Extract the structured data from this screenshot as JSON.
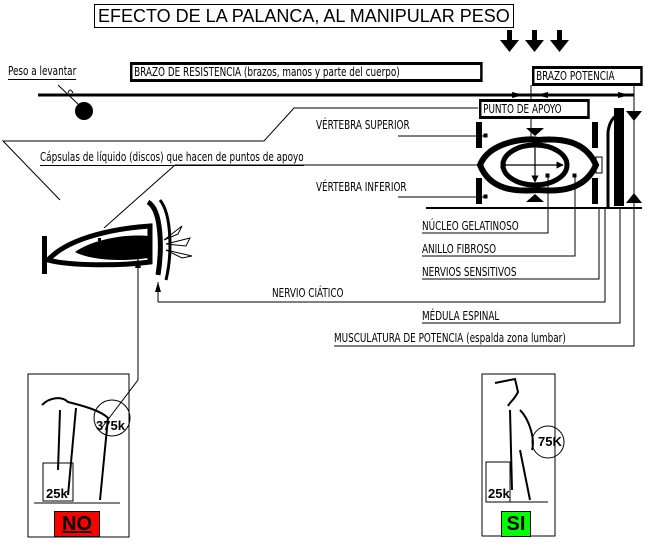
{
  "title": "EFECTO DE LA PALANCA, AL MANIPULAR PESO",
  "lever": {
    "weight_label": "Peso a levantar",
    "resistance_arm": "BRAZO DE RESISTENCIA (brazos, manos y parte del cuerpo)",
    "power_arm": "BRAZO POTENCIA",
    "fulcrum": "PUNTO DE APOYO"
  },
  "spine_labels": {
    "upper_vertebra": "VÉRTEBRA SUPERIOR",
    "discs": "Cápsulas de líquido (discos) que hacen de puntos de apoyo",
    "lower_vertebra": "VÉRTEBRA INFERIOR",
    "nucleus": "NÚCLEO GELATINOSO",
    "annulus": "ANILLO FIBROSO",
    "sensory_nerves": "NERVIOS SENSITIVOS",
    "sciatic_nerve": "NERVIO CIÁTICO",
    "spinal_cord": "MÉDULA ESPINAL",
    "power_muscles": "MUSCULATURA DE POTENCIA (espalda zona lumbar)"
  },
  "examples": {
    "wrong": {
      "load_label": "25k",
      "spine_load_label": "375k",
      "verdict": "NO",
      "verdict_color": "#ff0000"
    },
    "right": {
      "load_label": "25k",
      "spine_load_label": "75K",
      "verdict": "SI",
      "verdict_color": "#00ff00"
    }
  },
  "colors": {
    "ink": "#000000",
    "background": "#ffffff"
  }
}
